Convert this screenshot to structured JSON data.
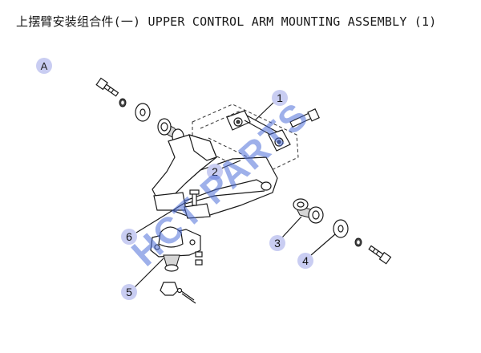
{
  "header": {
    "title": "上摆臂安装组合件(一) UPPER CONTROL ARM MOUNTING ASSEMBLY (1)"
  },
  "diagram": {
    "view_badge": "A",
    "callouts": [
      {
        "id": "1",
        "label": "1"
      },
      {
        "id": "2",
        "label": "2"
      },
      {
        "id": "3",
        "label": "3"
      },
      {
        "id": "4",
        "label": "4"
      },
      {
        "id": "5",
        "label": "5"
      },
      {
        "id": "6",
        "label": "6"
      }
    ],
    "watermark": "HCT PARTS"
  },
  "colors": {
    "badge_fill": "#c9cdf2",
    "watermark": "#4f6fd8",
    "line": "#1a1a1a"
  }
}
